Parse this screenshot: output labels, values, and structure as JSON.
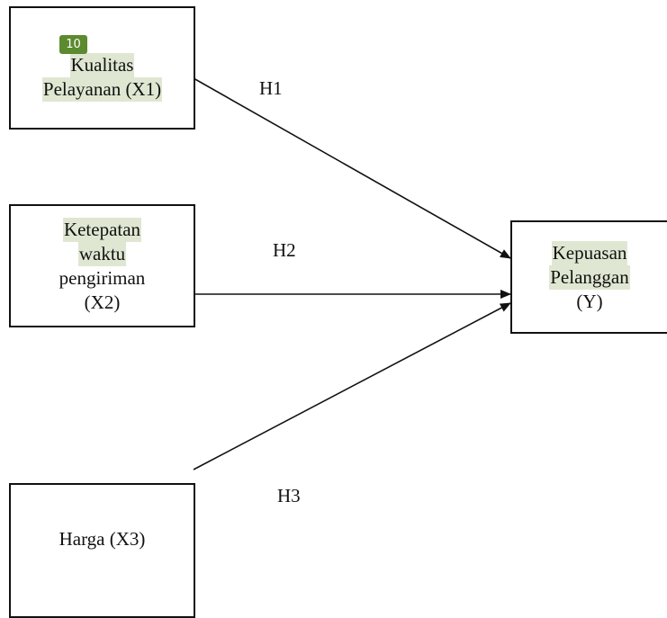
{
  "diagram": {
    "nodes": {
      "x1": {
        "lines": [
          "Kualitas",
          "Pelayanan (X1)"
        ]
      },
      "x2": {
        "lines": [
          "Ketepatan",
          "waktu",
          "pengiriman",
          "(X2)"
        ]
      },
      "x3": {
        "lines": [
          "Harga (X3)"
        ]
      },
      "y": {
        "lines": [
          "Kepuasan",
          "Pelanggan",
          "(Y)"
        ]
      }
    },
    "badge": "10",
    "edges": [
      {
        "from": "x1",
        "to": "y",
        "label": "H1"
      },
      {
        "from": "x2",
        "to": "y",
        "label": "H2"
      },
      {
        "from": "x3",
        "to": "y",
        "label": "H3"
      }
    ],
    "colors": {
      "stroke": "#111111",
      "highlight": "#dfe7d2",
      "badge": "#5c8a2e"
    }
  }
}
